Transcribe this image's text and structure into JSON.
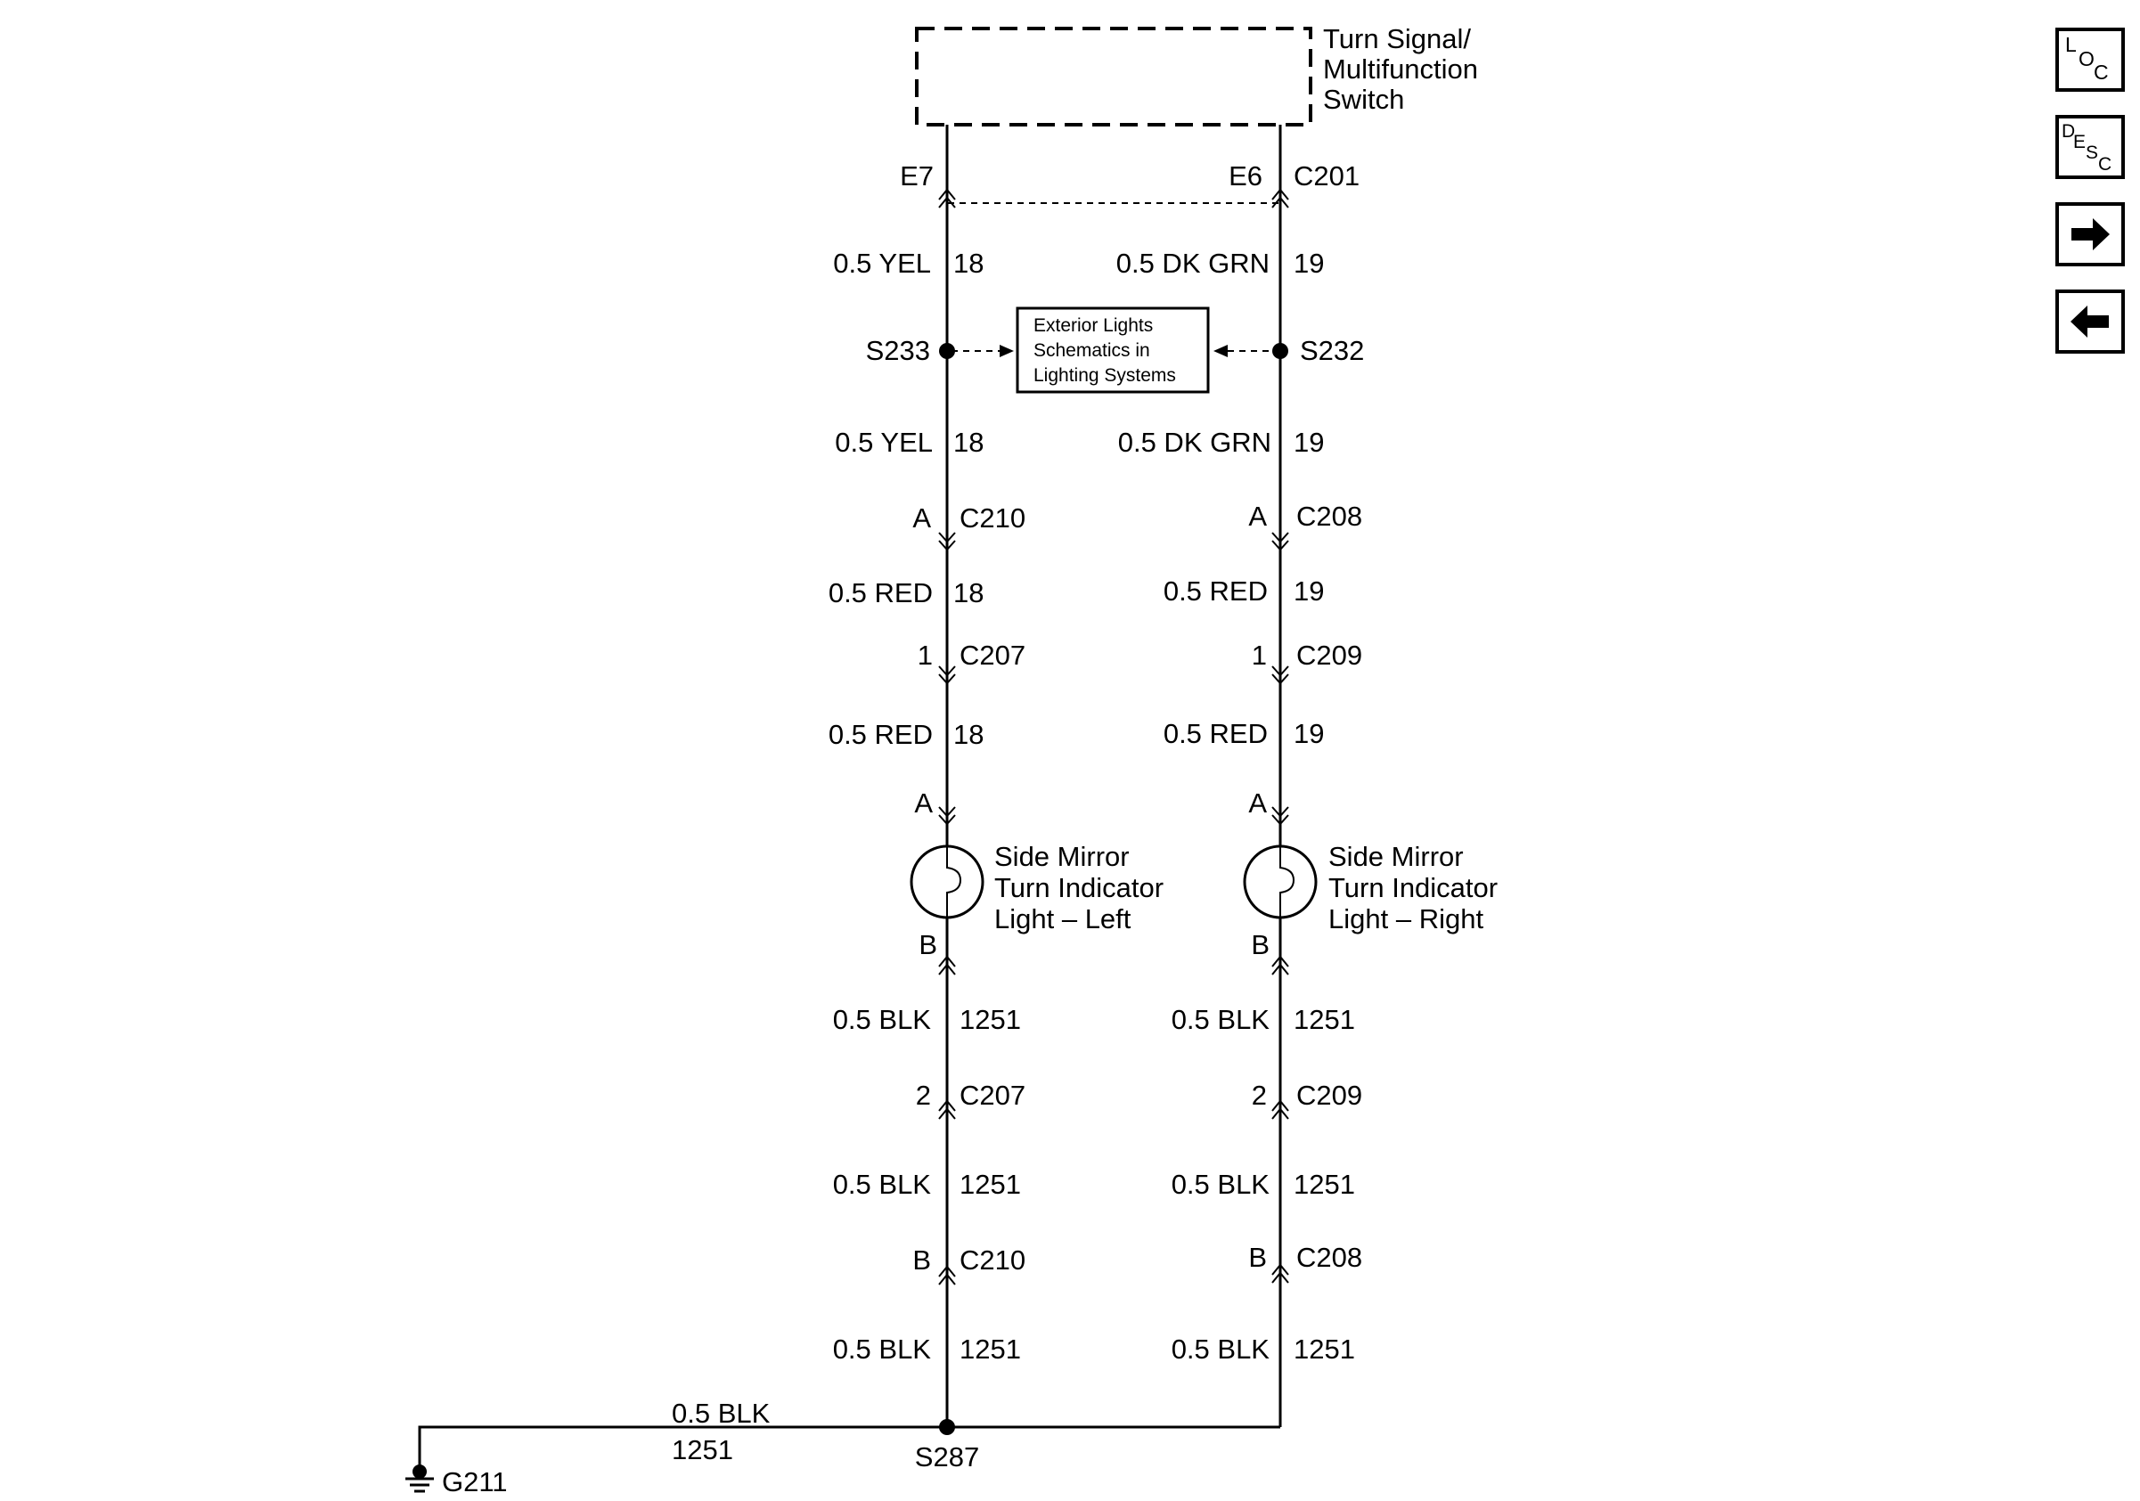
{
  "switch": {
    "line1": "Turn Signal/",
    "line2": "Multifunction",
    "line3": "Switch"
  },
  "top_connector": {
    "left_pin": "E7",
    "right_pin": "E6",
    "name": "C201"
  },
  "left_wires": {
    "w1": "0.5 YEL",
    "c1": "18",
    "splice": "S233",
    "w2": "0.5 YEL",
    "c2": "18",
    "conn1_pin": "A",
    "conn1": "C210",
    "w3": "0.5 RED",
    "c3": "18",
    "conn2_pin": "1",
    "conn2": "C207",
    "w4": "0.5 RED",
    "c4": "18",
    "lamp_pin_a": "A",
    "lamp_pin_b": "B",
    "w5": "0.5 BLK",
    "c5": "1251",
    "conn3_pin": "2",
    "conn3": "C207",
    "w6": "0.5 BLK",
    "c6": "1251",
    "conn4_pin": "B",
    "conn4": "C210",
    "w7": "0.5 BLK",
    "c7": "1251"
  },
  "right_wires": {
    "w1": "0.5 DK GRN",
    "c1": "19",
    "splice": "S232",
    "w2": "0.5 DK GRN",
    "c2": "19",
    "conn1_pin": "A",
    "conn1": "C208",
    "w3": "0.5 RED",
    "c3": "19",
    "conn2_pin": "1",
    "conn2": "C209",
    "w4": "0.5 RED",
    "c4": "19",
    "lamp_pin_a": "A",
    "lamp_pin_b": "B",
    "w5": "0.5 BLK",
    "c5": "1251",
    "conn3_pin": "2",
    "conn3": "C209",
    "w6": "0.5 BLK",
    "c6": "1251",
    "conn4_pin": "B",
    "conn4": "C208",
    "w7": "0.5 BLK",
    "c7": "1251"
  },
  "ref_box": {
    "line1": "Exterior Lights",
    "line2": "Schematics in",
    "line3": "Lighting Systems"
  },
  "left_lamp": {
    "line1": "Side Mirror",
    "line2": "Turn Indicator",
    "line3": "Light – Left"
  },
  "right_lamp": {
    "line1": "Side Mirror",
    "line2": "Turn Indicator",
    "line3": "Light – Right"
  },
  "ground": {
    "wire": "0.5 BLK",
    "circuit": "1251",
    "splice": "S287",
    "ground": "G211"
  },
  "nav": {
    "loc": {
      "l1": "L",
      "l2": "O",
      "l3": "C",
      "icon": "location-icon"
    },
    "desc": {
      "l1": "D",
      "l2": "E",
      "l3": "S",
      "l4": "C",
      "icon": "description-icon"
    },
    "next_icon": "arrow-right-icon",
    "prev_icon": "arrow-left-icon"
  }
}
